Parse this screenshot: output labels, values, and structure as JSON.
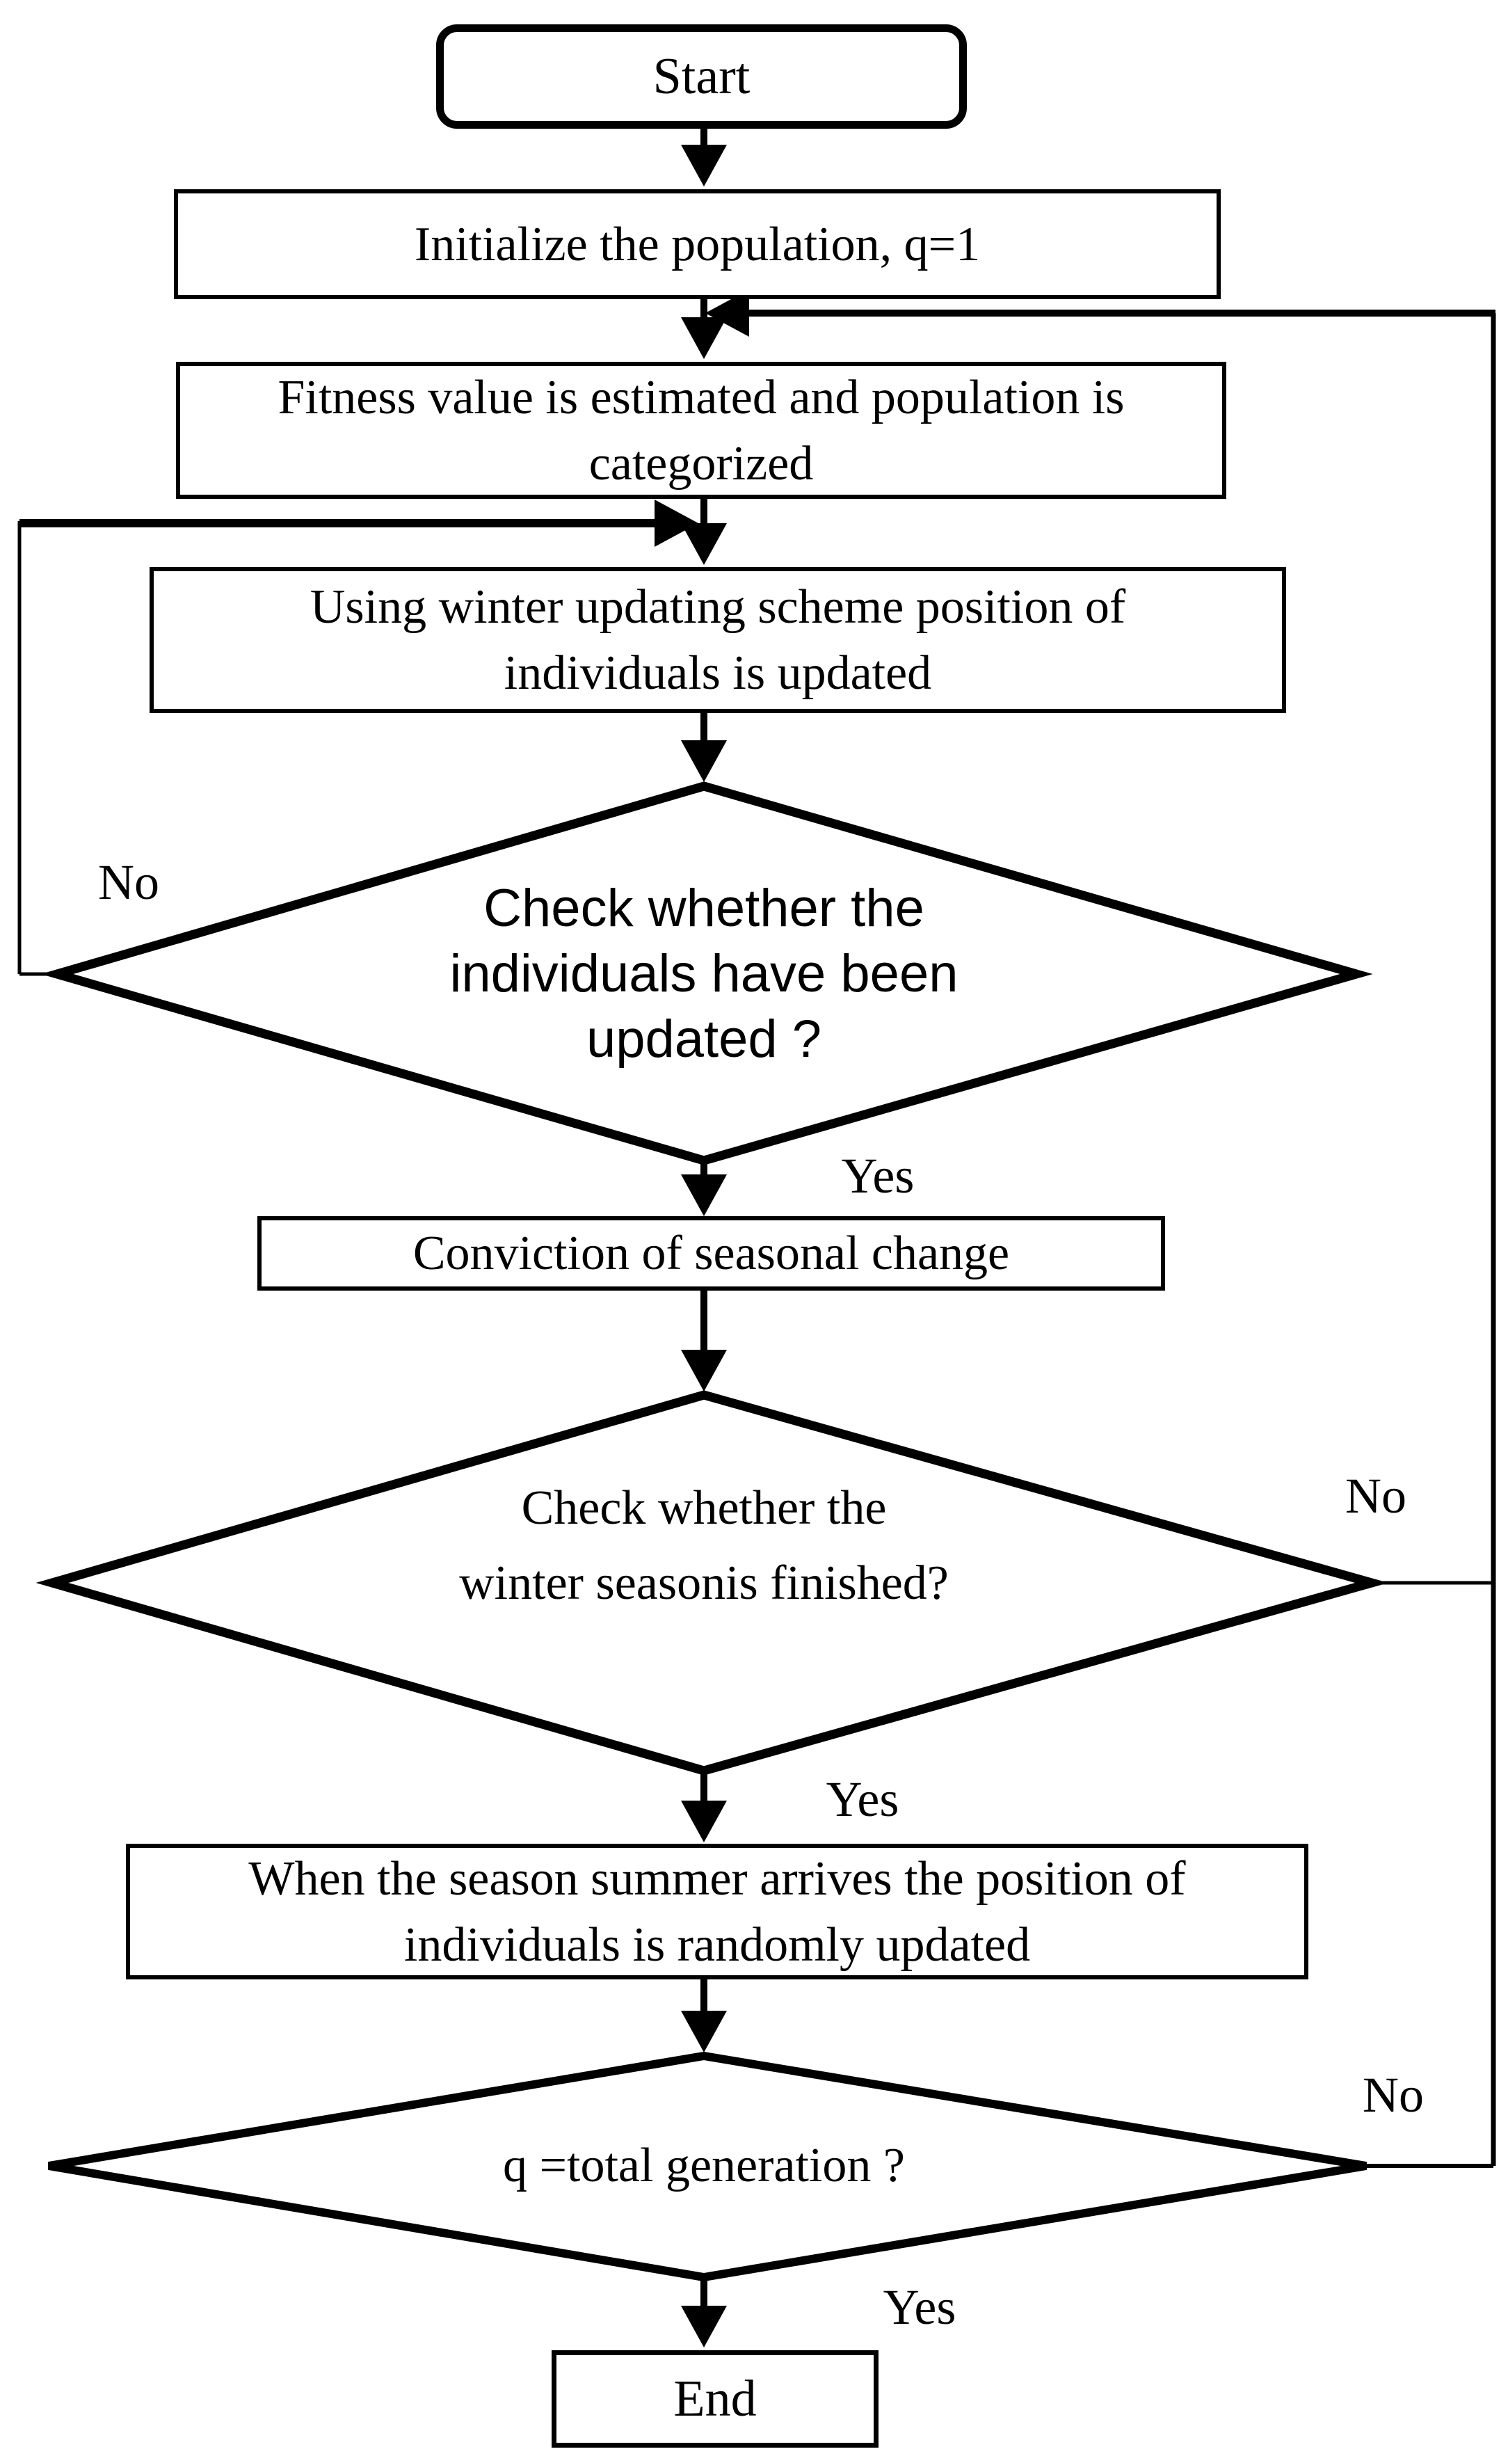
{
  "diagram": {
    "type": "flowchart",
    "background_color": "#ffffff",
    "line_color": "#000000",
    "nodes": {
      "start": {
        "shape": "terminator",
        "label": "Start"
      },
      "initialize": {
        "shape": "process",
        "lines": [
          "Initialize the population, q=1"
        ]
      },
      "fitness": {
        "shape": "process",
        "lines": [
          "Fitness value is estimated and population is",
          "categorized"
        ]
      },
      "winter_update": {
        "shape": "process",
        "lines": [
          "Using winter updating scheme position of",
          "individuals is updated"
        ]
      },
      "check_updated": {
        "shape": "decision",
        "lines": [
          "Check whether the",
          "individuals have been",
          "updated ?"
        ]
      },
      "conviction": {
        "shape": "process",
        "lines": [
          "Conviction of seasonal change"
        ]
      },
      "check_winter_finished": {
        "shape": "decision",
        "lines": [
          "Check whether the",
          "winter seasonis finished?"
        ]
      },
      "summer_update": {
        "shape": "process",
        "lines": [
          "When the season summer arrives the position of",
          "individuals is randomly updated"
        ]
      },
      "check_generation": {
        "shape": "decision",
        "lines": [
          "q =total generation ?"
        ]
      },
      "end": {
        "shape": "terminator",
        "label": "End"
      }
    },
    "edge_labels": {
      "check_updated_no": "No",
      "check_updated_yes": "Yes",
      "check_winter_no": "No",
      "check_winter_yes": "Yes",
      "check_generation_no": "No",
      "check_generation_yes": "Yes"
    }
  }
}
